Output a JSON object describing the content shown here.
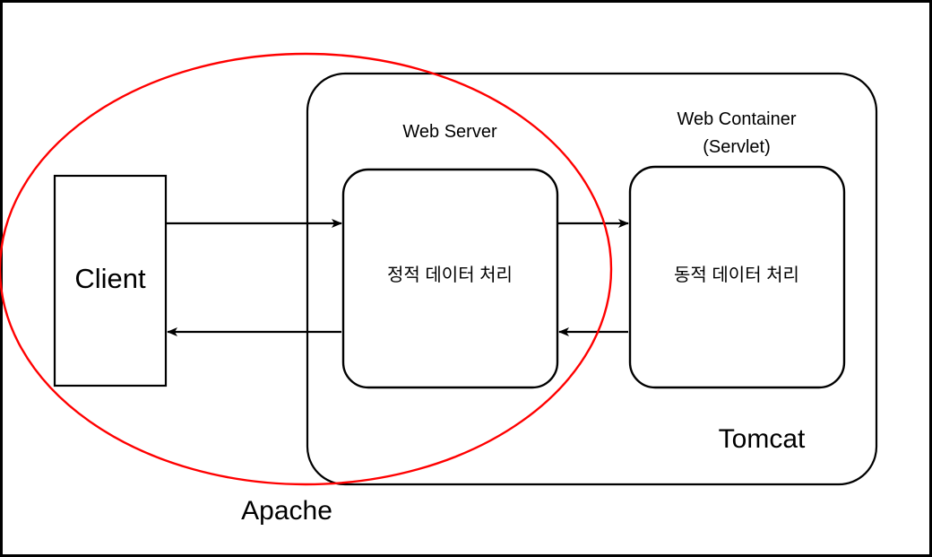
{
  "diagram": {
    "title": "Apache / Tomcat request flow diagram",
    "frame": {
      "border_color": "#000000",
      "background": "#ffffff"
    },
    "nodes": {
      "client": {
        "label": "Client",
        "shape": "rectangle",
        "stroke": "#000000",
        "fill": "#ffffff"
      },
      "web_server_box": {
        "label": "정적 데이터 처리",
        "caption": "Web Server",
        "shape": "rounded-rectangle",
        "stroke": "#000000",
        "fill": "#ffffff"
      },
      "web_container_box": {
        "label": "동적 데이터 처리",
        "caption_line1": "Web Container",
        "caption_line2": "(Servlet)",
        "shape": "rounded-rectangle",
        "stroke": "#000000",
        "fill": "#ffffff"
      },
      "tomcat_group": {
        "label": "Tomcat",
        "shape": "rounded-rectangle",
        "stroke": "#000000",
        "fill": "none"
      },
      "apache_group": {
        "label": "Apache",
        "shape": "ellipse",
        "stroke": "#ff0000",
        "fill": "none"
      }
    },
    "edges": [
      {
        "name": "client-to-web-server",
        "from": "client",
        "to": "web_server_box",
        "direction": "right",
        "label": "",
        "color": "#000000"
      },
      {
        "name": "web-server-to-web-container",
        "from": "web_server_box",
        "to": "web_container_box",
        "direction": "right",
        "label": "",
        "color": "#000000"
      },
      {
        "name": "web-container-to-web-server",
        "from": "web_container_box",
        "to": "web_server_box",
        "direction": "left",
        "label": "",
        "color": "#000000"
      },
      {
        "name": "web-server-to-client",
        "from": "web_server_box",
        "to": "client",
        "direction": "left",
        "label": "",
        "color": "#000000"
      }
    ],
    "colors": {
      "stroke": "#000000",
      "accent_red": "#ff0000",
      "background": "#ffffff"
    }
  }
}
